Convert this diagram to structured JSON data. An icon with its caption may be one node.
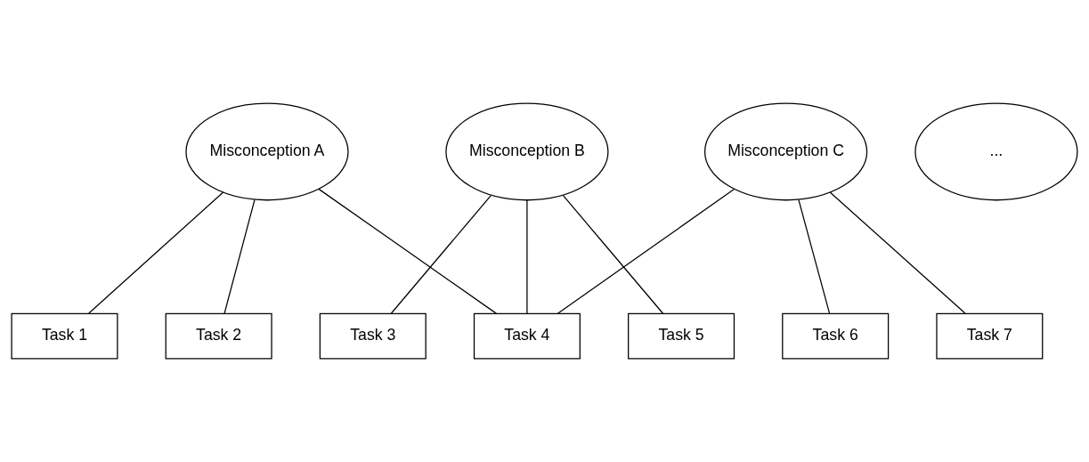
{
  "diagram": {
    "nodes": [
      {
        "text": [
          "Misconception A"
        ]
      },
      {
        "text": [
          "Misconception B"
        ]
      },
      {
        "text": [
          "Misconception C"
        ]
      },
      {
        "text": [
          "..."
        ]
      },
      {
        "text": [
          "Task 1"
        ]
      },
      {
        "text": [
          "Task 2"
        ]
      },
      {
        "text": [
          "Task 3"
        ]
      },
      {
        "text": [
          "Task 4"
        ]
      },
      {
        "text": [
          "Task 5"
        ]
      },
      {
        "text": [
          "Task 6"
        ]
      },
      {
        "text": [
          "Task 7"
        ]
      }
    ],
    "edges": [
      {
        "from": 0,
        "to": 4,
        "arrow": "none"
      },
      {
        "from": 0,
        "to": 5,
        "arrow": "none"
      },
      {
        "from": 0,
        "to": 7,
        "arrow": "none"
      },
      {
        "from": 1,
        "to": 6,
        "arrow": "none"
      },
      {
        "from": 1,
        "to": 7,
        "arrow": "none"
      },
      {
        "from": 1,
        "to": 8,
        "arrow": "none"
      },
      {
        "from": 2,
        "to": 7,
        "arrow": "none"
      },
      {
        "from": 2,
        "to": 9,
        "arrow": "none"
      },
      {
        "from": 2,
        "to": 10,
        "arrow": "none"
      }
    ]
  }
}
